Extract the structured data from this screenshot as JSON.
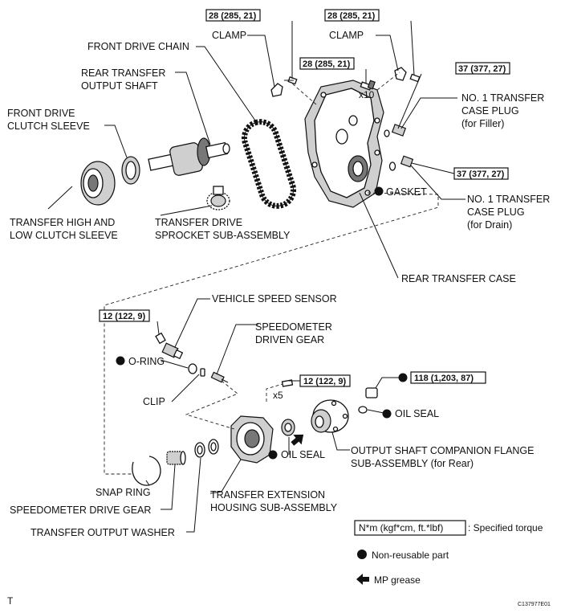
{
  "labels": {
    "front_drive_chain": "FRONT DRIVE CHAIN",
    "clamp_left": "CLAMP",
    "clamp_right": "CLAMP",
    "rear_output_shaft_1": "REAR TRANSFER",
    "rear_output_shaft_2": "OUTPUT SHAFT",
    "front_clutch_sleeve_1": "FRONT DRIVE",
    "front_clutch_sleeve_2": "CLUTCH SLEEVE",
    "no1_plug_filler_1": "NO. 1 TRANSFER",
    "no1_plug_filler_2": "CASE PLUG",
    "no1_plug_filler_3": "(for Filler)",
    "gasket": "GASKET",
    "no1_plug_drain_1": "NO. 1 TRANSFER",
    "no1_plug_drain_2": "CASE PLUG",
    "no1_plug_drain_3": "(for Drain)",
    "high_low_sleeve_1": "TRANSFER HIGH AND",
    "high_low_sleeve_2": "LOW CLUTCH SLEEVE",
    "drive_sprocket_1": "TRANSFER DRIVE",
    "drive_sprocket_2": "SPROCKET SUB-ASSEMBLY",
    "rear_transfer_case": "REAR TRANSFER CASE",
    "vehicle_speed_sensor": "VEHICLE SPEED SENSOR",
    "speedometer_driven_gear_1": "SPEEDOMETER",
    "speedometer_driven_gear_2": "DRIVEN GEAR",
    "o_ring": "O-RING",
    "clip": "CLIP",
    "oil_seal_right": "OIL SEAL",
    "oil_seal_center": "OIL SEAL",
    "companion_flange_1": "OUTPUT SHAFT COMPANION FLANGE",
    "companion_flange_2": "SUB-ASSEMBLY (for Rear)",
    "snap_ring": "SNAP RING",
    "extension_housing_1": "TRANSFER EXTENSION",
    "extension_housing_2": "HOUSING SUB-ASSEMBLY",
    "speedometer_drive_gear": "SPEEDOMETER DRIVE GEAR",
    "output_washer": "TRANSFER OUTPUT WASHER"
  },
  "torques": {
    "clamp_left_bolt": "28 (285, 21)",
    "clamp_right_bolt": "28 (285, 21)",
    "case_bolts": "28 (285, 21)",
    "filler_plug": "37 (377, 27)",
    "drain_plug": "37 (377, 27)",
    "speed_sensor_bolt": "12 (122, 9)",
    "extension_bolts": "12 (122, 9)",
    "companion_nut": "118 (1,203, 87)"
  },
  "quantities": {
    "case_bolts": "x10",
    "extension_bolts": "x5"
  },
  "legend": {
    "torque_unit": "N*m (kgf*cm, ft.*lbf)",
    "torque_desc": ": Specified torque",
    "non_reusable": "Non-reusable part",
    "mp_grease": "MP grease"
  },
  "footer": {
    "corner_mark": "T",
    "figure_id": "C137977E01"
  }
}
